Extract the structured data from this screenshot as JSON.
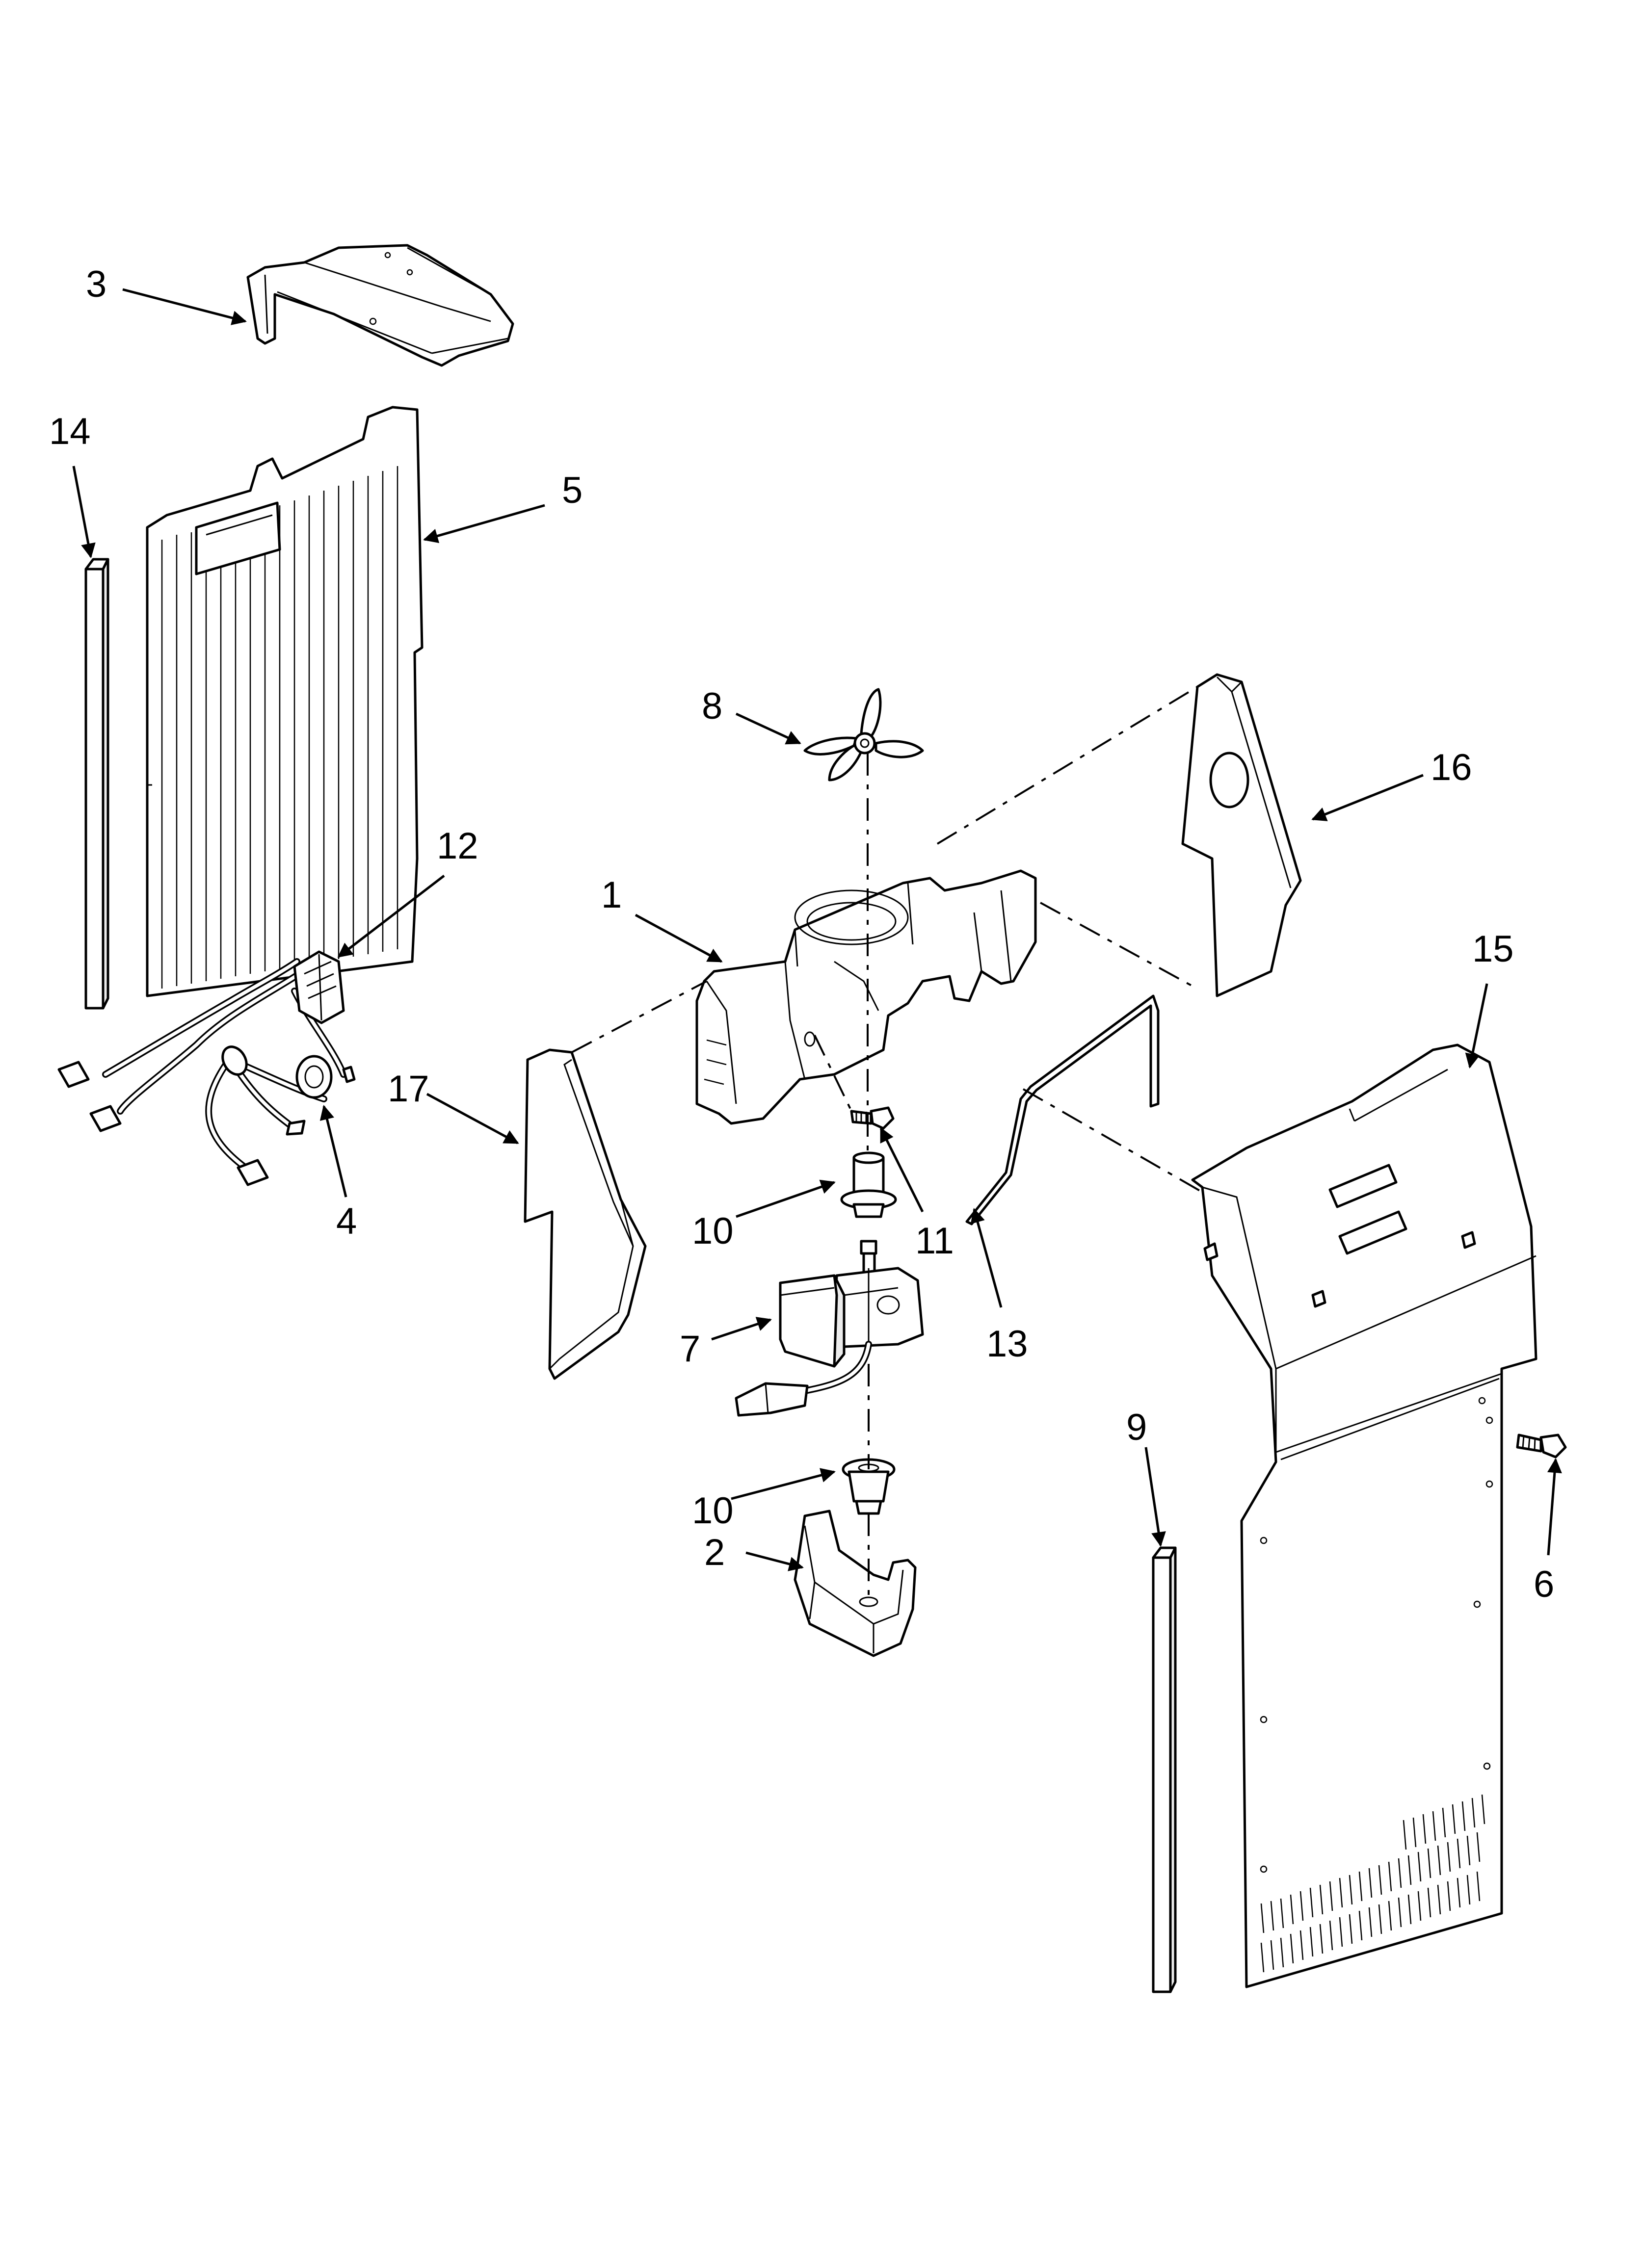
{
  "diagram": {
    "callouts": {
      "c1": "1",
      "c2": "2",
      "c3": "3",
      "c4": "4",
      "c5": "5",
      "c6": "6",
      "c7": "7",
      "c8": "8",
      "c9": "9",
      "c10a": "10",
      "c10b": "10",
      "c11": "11",
      "c12": "12",
      "c13": "13",
      "c14": "14",
      "c15": "15",
      "c16": "16",
      "c17": "17"
    },
    "colors": {
      "line": "#000000",
      "background": "#ffffff",
      "shade": "#ececec"
    }
  }
}
